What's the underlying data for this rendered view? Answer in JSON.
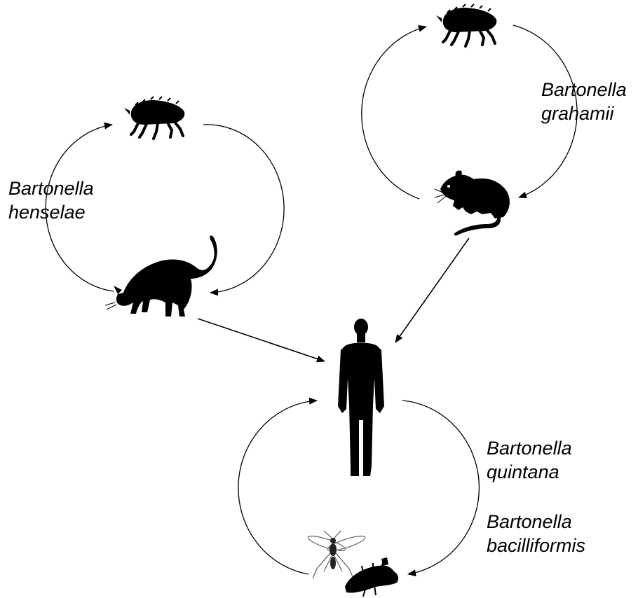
{
  "labels": {
    "henselae": {
      "line1": "Bartonella",
      "line2": "henselae"
    },
    "grahamii": {
      "line1": "Bartonella",
      "line2": "grahamii"
    },
    "quintana": {
      "line1": "Bartonella",
      "line2": "quintana"
    },
    "bacilliformis": {
      "line1": "Bartonella",
      "line2": "bacilliformis"
    }
  },
  "icons": [
    "flea-icon",
    "cat-icon",
    "rat-icon",
    "human-icon",
    "sandfly-icon",
    "louse-icon"
  ],
  "colors": {
    "ink": "#000000",
    "fly": "#666666",
    "background": "#ffffff"
  }
}
